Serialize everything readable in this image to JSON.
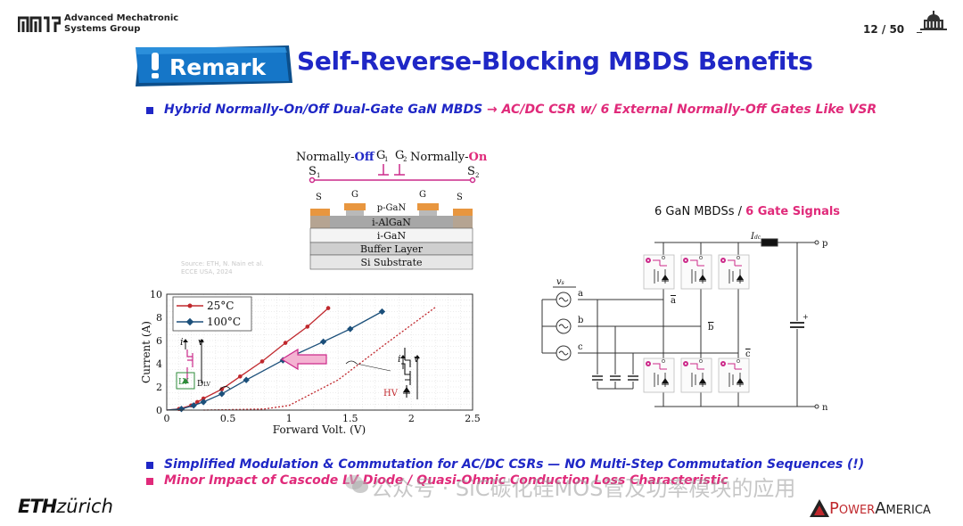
{
  "header": {
    "group_line1": "Advanced Mechatronic",
    "group_line2": "Systems Group",
    "page_number": "12 / 50"
  },
  "badge": {
    "label": "Remark"
  },
  "title": "Self-Reverse-Blocking MBDS Benefits",
  "bullets": {
    "b1_part1": "Hybrid Normally-On/Off Dual-Gate GaN MBDS",
    "b1_part2": "→ AC/DC CSR w/ 6 External Normally-Off Gates Like VSR",
    "b2": "Simplified Modulation & Commutation for AC/DC CSRs — NO Multi-Step Commutation Sequences (!)",
    "b3": "Minor Impact of Cascode LV Diode / Quasi-Ohmic Conduction Loss Characteristic"
  },
  "device": {
    "label_off_prefix": "Normally-",
    "label_off_word": "Off",
    "label_on_prefix": "Normally-",
    "label_on_word": "On",
    "g1": "G",
    "g2": "G",
    "sub1": "1",
    "sub2": "2",
    "s": "S",
    "layers": {
      "pgan": "p-GaN",
      "ialgan": "i-AlGaN",
      "igan": "i-GaN",
      "buffer": "Buffer Layer",
      "si": "Si Substrate"
    }
  },
  "source_note": {
    "line1": "Source: ETH, N. Nain et al.",
    "line2": "ECCE USA, 2024"
  },
  "chart_data": {
    "type": "line",
    "xlabel": "Forward Volt. (V)",
    "ylabel": "Current (A)",
    "xlim": [
      0,
      2.5
    ],
    "ylim": [
      0,
      10
    ],
    "xticks": [
      "0",
      "0.5",
      "1",
      "1.5",
      "2",
      "2.5"
    ],
    "yticks": [
      "0",
      "2",
      "4",
      "6",
      "8",
      "10"
    ],
    "grid": true,
    "legend_position": "top-left",
    "series": [
      {
        "name": "25°C",
        "color": "#c0282d",
        "x": [
          0,
          0.1,
          0.2,
          0.25,
          0.3,
          0.45,
          0.6,
          0.78,
          0.97,
          1.15,
          1.32
        ],
        "y": [
          0,
          0.1,
          0.4,
          0.7,
          1.0,
          1.8,
          2.9,
          4.2,
          5.8,
          7.2,
          8.8
        ]
      },
      {
        "name": "100°C",
        "color": "#1b4f7a",
        "x": [
          0,
          0.12,
          0.22,
          0.3,
          0.45,
          0.65,
          0.95,
          1.28,
          1.5,
          1.76
        ],
        "y": [
          0,
          0.1,
          0.4,
          0.7,
          1.4,
          2.6,
          4.3,
          5.9,
          7.0,
          8.5
        ]
      },
      {
        "name": "",
        "color": "#c0282d",
        "dashed": true,
        "x": [
          0.3,
          0.6,
          0.8,
          1.0,
          1.4,
          1.8,
          2.2
        ],
        "y": [
          0,
          0.05,
          0.1,
          0.4,
          2.6,
          5.8,
          8.9
        ]
      }
    ],
    "annotations": {
      "i": "i",
      "v": "v",
      "lv": "LV",
      "dlv": "D",
      "dlv_sub": "LV",
      "hv": "HV"
    }
  },
  "circuit": {
    "title_part1": "6 GaN MBDSs / ",
    "title_part2": "6 Gate Signals",
    "idc": "I",
    "idc_sub": "dc",
    "p": "p",
    "n": "n",
    "vs": "v",
    "vs_sub": "s",
    "phase_a": "a",
    "phase_b": "b",
    "phase_c": "c",
    "abar": "a",
    "bbar": "b",
    "cbar": "c",
    "plus": "+"
  },
  "footer": {
    "eth_bold": "ETH",
    "eth_rest": "zürich",
    "power_a": "P",
    "power_b": "OWER",
    "power_c": "A",
    "power_d": "MERICA",
    "watermark": "公众号 · SiC碳化硅MOS管及功率模块的应用"
  },
  "colors": {
    "title_blue": "#1f27c6",
    "accent_pink": "#e02a7a",
    "badge_blue": "#1576c8",
    "gate_magenta": "#cc2a8a"
  }
}
